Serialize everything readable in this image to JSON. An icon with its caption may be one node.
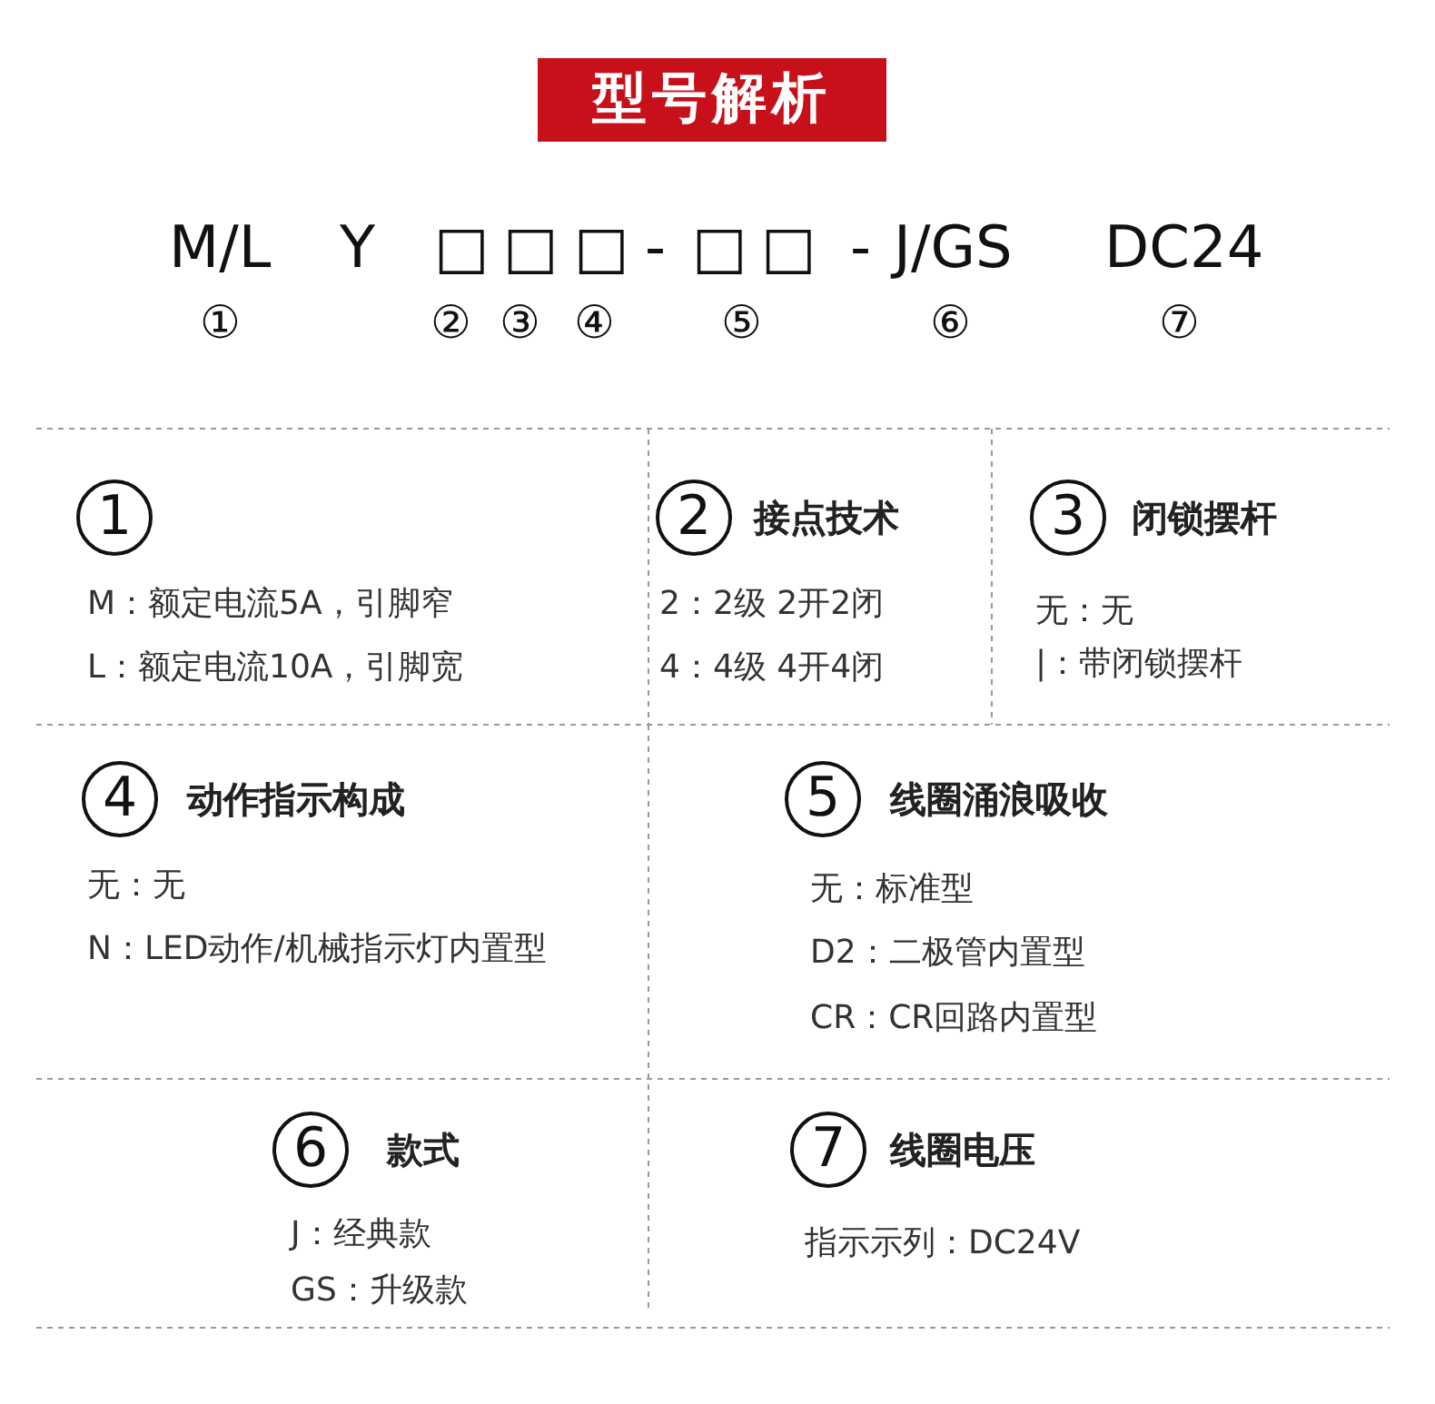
{
  "diagram": {
    "title": "型号解析",
    "nodes": [
      {
        "text": [
          "1",
          "M：额定电流5A，引脚窄",
          "L：额定电流10A，引脚宽"
        ]
      },
      {
        "text": [
          "2",
          "接点技术",
          "2：2级  2开2闭",
          "4：4级  4开4闭"
        ]
      },
      {
        "text": [
          "3",
          "闭锁摆杆",
          "无：无",
          "|：带闭锁摆杆"
        ]
      },
      {
        "text": [
          "4",
          "动作指示构成",
          "无：无",
          "N：LED动作/机械指示灯内置型"
        ]
      },
      {
        "text": [
          "5",
          "线圈涌浪吸收",
          "无：标准型",
          "D2：二极管内置型",
          "CR：CR回路内置型"
        ]
      },
      {
        "text": [
          "6",
          "款式",
          "J：经典款",
          "GS：升级款"
        ]
      },
      {
        "text": [
          "7",
          "线圈电压",
          "指示示列：DC24V"
        ]
      }
    ],
    "edges": [],
    "labels": [
      "M/L",
      "Y",
      "□",
      "□",
      "□",
      "-",
      "□",
      "□",
      "-",
      "J/GS",
      "DC24",
      "①",
      "②",
      "③",
      "④",
      "⑤",
      "⑥",
      "⑦"
    ]
  }
}
